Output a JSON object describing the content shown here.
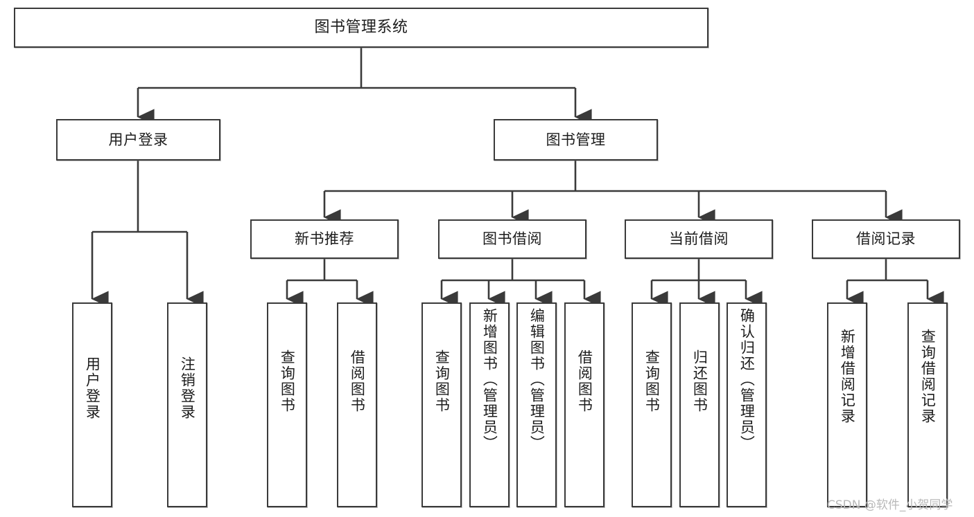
{
  "diagram": {
    "title": "图书管理系统",
    "type": "tree",
    "watermark": "CSDN @软件_小贺同学",
    "colors": {
      "box_border": "#3a3a3a",
      "box_fill": "#ffffff",
      "edge": "#3a3a3a",
      "text": "#1c1c1c",
      "watermark": "#b9b9b9"
    },
    "nodes": {
      "root": {
        "label": "图书管理系统"
      },
      "level2": [
        {
          "id": "user-login",
          "label": "用户登录"
        },
        {
          "id": "book-manage",
          "label": "图书管理"
        }
      ],
      "level3": [
        {
          "id": "new-book-rec",
          "label": "新书推荐"
        },
        {
          "id": "book-borrow",
          "label": "图书借阅"
        },
        {
          "id": "current-borrow",
          "label": "当前借阅"
        },
        {
          "id": "borrow-record",
          "label": "借阅记录"
        }
      ],
      "leaves": [
        {
          "id": "leaf-user-login",
          "label": "用户登录",
          "parent": "user-login"
        },
        {
          "id": "leaf-logout-login",
          "label": "注销登录",
          "parent": "user-login"
        },
        {
          "id": "leaf-query-book-1",
          "label": "查询图书",
          "parent": "new-book-rec"
        },
        {
          "id": "leaf-borrow-book-1",
          "label": "借阅图书",
          "parent": "new-book-rec"
        },
        {
          "id": "leaf-query-book-2",
          "label": "查询图书",
          "parent": "book-borrow"
        },
        {
          "id": "leaf-add-book",
          "label": "新增图书（管理员）",
          "parent": "book-borrow"
        },
        {
          "id": "leaf-edit-book",
          "label": "编辑图书（管理员）",
          "parent": "book-borrow"
        },
        {
          "id": "leaf-borrow-book-2",
          "label": "借阅图书",
          "parent": "book-borrow"
        },
        {
          "id": "leaf-query-book-3",
          "label": "查询图书",
          "parent": "current-borrow"
        },
        {
          "id": "leaf-return-book",
          "label": "归还图书",
          "parent": "current-borrow"
        },
        {
          "id": "leaf-confirm-return",
          "label": "确认归还（管理员）",
          "parent": "current-borrow"
        },
        {
          "id": "leaf-add-record",
          "label": "新增借阅记录",
          "parent": "borrow-record"
        },
        {
          "id": "leaf-query-record",
          "label": "查询借阅记录",
          "parent": "borrow-record"
        }
      ]
    }
  }
}
